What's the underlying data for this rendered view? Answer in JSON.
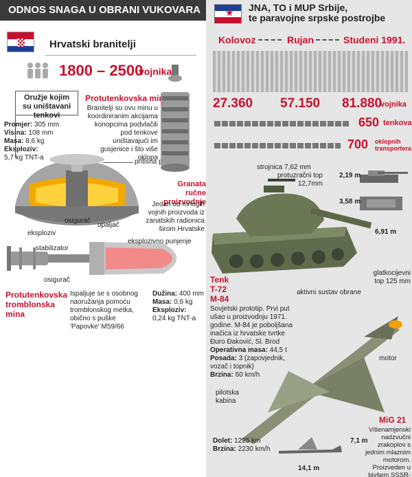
{
  "header": {
    "left_title": "ODNOS SNAGA U OBRANI VUKOVARA",
    "right_title_1": "JNA, TO i MUP Srbije,",
    "right_title_2": "te paravojne srpske postrojbe"
  },
  "croatia": {
    "section_title": "Hrvatski branitelji",
    "count": "1800 – 2500",
    "count_unit": "vojnika",
    "weapons_box": "Oružje kojim su uništavani tenkovi",
    "mine": {
      "title": "Protutenkovska mina",
      "desc": "Branitelji su ovu minu u koordiniranim akcijama konopcima podvlačili pod tenkove uništavajući im gusjenice i što više oklopa",
      "specs": [
        {
          "k": "Promjer:",
          "v": "305 mm"
        },
        {
          "k": "Visina:",
          "v": "108 mm"
        },
        {
          "k": "Masa:",
          "v": "8,6 kg"
        },
        {
          "k": "Eksploziv:",
          "v": "5,7 kg TNT-a"
        }
      ],
      "labels": {
        "plate": "pritisna ploča",
        "fuse": "osigurač",
        "explosive": "eksploziv",
        "igniter": "upaljač"
      }
    },
    "grenade": {
      "title": "Granata ručne proizvodnje",
      "desc": "Jedan od mnogih vojnih proizvoda iz zanatskih radionica širom Hrvatske"
    },
    "rifle_grenade": {
      "title": "Protutenkovska tromblonska mina",
      "desc": "Ispaljuje se s osobnog naoružanja pomoću tromblonskog metka, obično s puške 'Papovke' M59/66",
      "labels": {
        "stabilizer": "stabilizator",
        "charge": "eksplozivno punjenje",
        "fuse": "osigurač"
      },
      "specs": [
        {
          "k": "Dužina:",
          "v": "400 mm"
        },
        {
          "k": "Masa:",
          "v": "0,6 kg"
        },
        {
          "k": "Eksploziv:",
          "v": "0,24 kg TNT-a"
        }
      ]
    }
  },
  "serbia": {
    "months": [
      "Kolovoz",
      "Rujan",
      "Studeni 1991."
    ],
    "counts": [
      "27.360",
      "57.150",
      "81.880"
    ],
    "count_unit": "vojnika",
    "tanks": "650",
    "tanks_unit": "tenkova",
    "apc": "700",
    "apc_unit": "oklopnih transportera",
    "tank": {
      "name_1": "Tenk",
      "name_2": "T-72",
      "name_3": "M-84",
      "desc": "Sovjetski prototip. Prvi put ušao u proizvodnju 1971. godine. M-84 je poboljšana inačica iz hrvatske tvrtke Đuro Đaković, Sl. Brod",
      "specs": [
        {
          "k": "Operativna masa:",
          "v": "44,5 t"
        },
        {
          "k": "Posada:",
          "v": "3 (zapovjednik, vozač i topnik)"
        },
        {
          "k": "Brzina:",
          "v": "60 km/h"
        }
      ],
      "labels": {
        "mg": "strojnica 7,62 mm",
        "aa": "protuzračni top 12,7mm",
        "gun": "glatkocijevni top 125 mm",
        "armor": "aktivni sustav obrane"
      },
      "dims": {
        "h": "2,19 m",
        "w": "3,58 m",
        "l": "6,91 m"
      }
    },
    "jet": {
      "name": "MiG 21",
      "desc": "Višenamjenski nadzvučni zrakoplov s jednim mlaznim motorom. Proizveden u bivšem SSSR-u",
      "labels": {
        "engine": "motor",
        "cockpit": "pilotska kabina"
      },
      "specs": [
        {
          "k": "Dolet:",
          "v": "1225 km"
        },
        {
          "k": "Brzina:",
          "v": "2230 km/h"
        }
      ],
      "dims": {
        "h": "7,1 m",
        "l": "14,1 m"
      }
    }
  },
  "colors": {
    "accent": "#c8102e",
    "header": "#3a3a3a",
    "panel": "#d9d9d9"
  }
}
